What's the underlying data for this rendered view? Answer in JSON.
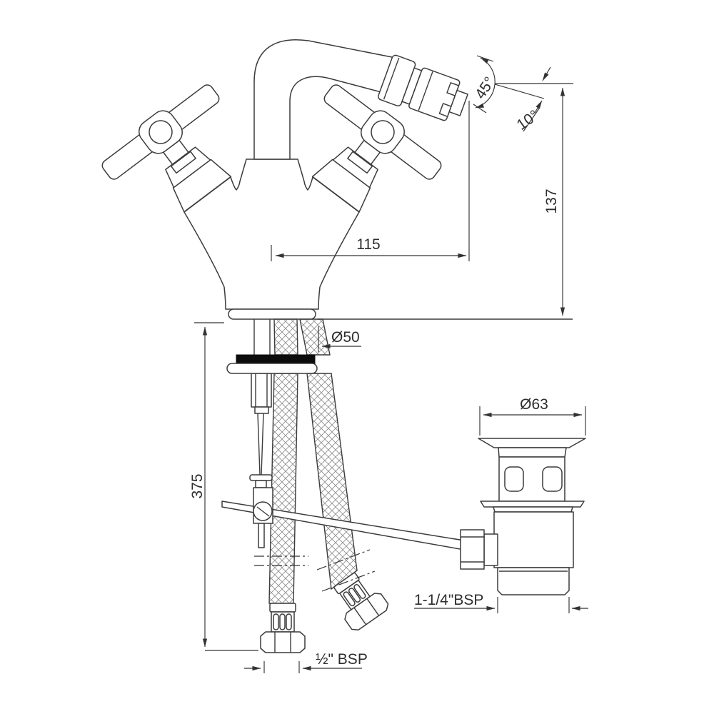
{
  "drawing": {
    "type": "technical-line-drawing",
    "subject": "bidet mixer tap with pop-up waste, dimensioned side elevation",
    "colors": {
      "line": "#3c3c3c",
      "dimension": "#333333",
      "text": "#2d2d2d",
      "gasket": "#0c0c0c",
      "background": "#ffffff"
    },
    "labels": {
      "spout_angle": "45°",
      "aerator_angle": "10°",
      "height_to_deck": "137",
      "spout_reach": "115",
      "base_diameter": "Ø50",
      "waste_flange_diameter": "Ø63",
      "under_deck_length": "375",
      "waste_thread": "1-1/4\"BSP",
      "inlet_thread": "½\" BSP"
    }
  }
}
